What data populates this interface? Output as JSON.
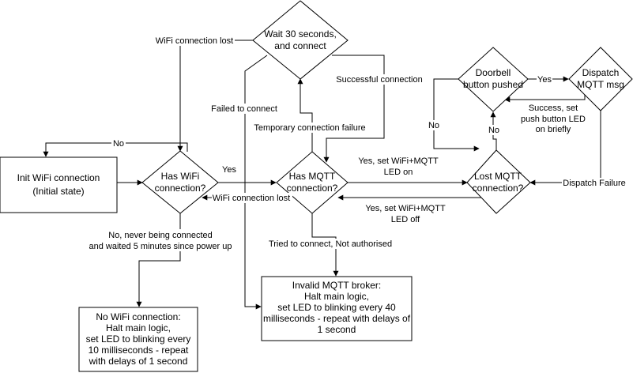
{
  "nodes": {
    "init_wifi": [
      "Init WiFi connection",
      "(Initial state)"
    ],
    "has_wifi": [
      "Has WiFi",
      "connection?"
    ],
    "wait_30s": [
      "Wait 30 seconds,",
      "and connect"
    ],
    "has_mqtt": [
      "Has MQTT",
      "connection?"
    ],
    "doorbell": [
      "Doorbell",
      "button pushed"
    ],
    "dispatch": [
      "Dispatch",
      "MQTT msg"
    ],
    "lost_mqtt": [
      "Lost MQTT",
      "connection?"
    ],
    "no_wifi": [
      "No WiFi connection:",
      "Halt main logic,",
      "set LED to blinking every",
      "10 milliseconds - repeat",
      "with delays of 1 second"
    ],
    "invalid_broker": [
      "Invalid MQTT broker:",
      "Halt main logic,",
      "set LED to blinking every 40",
      "milliseconds - repeat with delays of",
      "1 second"
    ]
  },
  "edges": {
    "wifi_lost_top": "WiFi connection lost",
    "no_to_init": "No",
    "yes_wifi": "Yes",
    "failed_connect": "Failed to connect",
    "successful_connection": "Successful connection",
    "temporary_failure": "Temporary connection failure",
    "wifi_lost_mid": "WiFi connection lost",
    "yes_set_on": [
      "Yes, set WiFi+MQTT",
      "LED on"
    ],
    "yes_set_off": [
      "Yes, set WiFi+MQTT",
      "LED off"
    ],
    "no_wifi_timeout": [
      "No, never being connected",
      "and waited 5 minutes since power up"
    ],
    "not_authorised": "Tried to connect, Not authorised",
    "doorbell_yes": "Yes",
    "success_led": [
      "Success, set",
      "push button LED",
      "on briefly"
    ],
    "doorbell_no": "No",
    "lost_no": "No",
    "dispatch_failure": "Dispatch Failure"
  }
}
